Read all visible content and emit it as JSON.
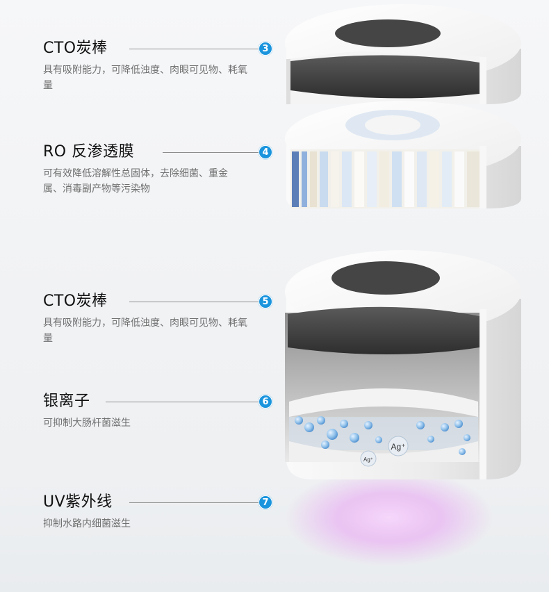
{
  "layers": [
    {
      "badge": "3",
      "title": "CTO炭棒",
      "description": "具有吸附能力，可降低浊度、肉眼可见物、耗氧量"
    },
    {
      "badge": "4",
      "title": "RO 反渗透膜",
      "description": "可有效降低溶解性总固体，去除细菌、重金属、消毒副产物等污染物"
    },
    {
      "badge": "5",
      "title": "CTO炭棒",
      "description": "具有吸附能力，可降低浊度、肉眼可见物、耗氧量"
    },
    {
      "badge": "6",
      "title": "银离子",
      "description": "可抑制大肠杆菌滋生"
    },
    {
      "badge": "7",
      "title": "UV紫外线",
      "description": "抑制水路内细菌滋生"
    }
  ],
  "illustration": {
    "ion_labels": [
      "Ag⁺",
      "Ag⁺"
    ],
    "colors": {
      "badge": "#1a94dd",
      "carbon": "#3a3a3a",
      "uv_glow": "#e9b6f2",
      "ion_blue": "#7fb6e6"
    }
  }
}
